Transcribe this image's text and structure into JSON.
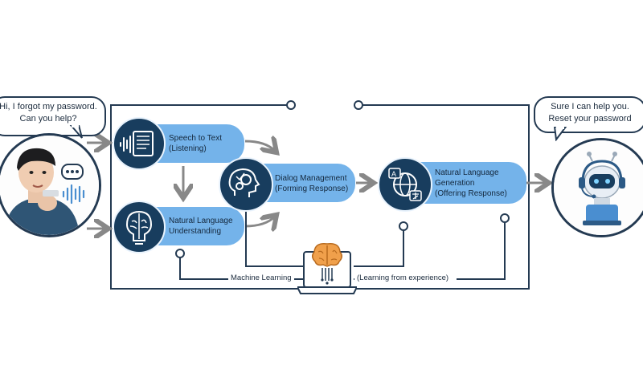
{
  "user_bubble": {
    "lines": [
      "Hi, I forgot my password.",
      "Can you help?"
    ]
  },
  "bot_bubble": {
    "lines": [
      "Sure I can help you.",
      "Reset your password"
    ]
  },
  "steps": [
    {
      "icon": "waveform-document-icon",
      "lines": [
        "Speech to Text",
        "(Listening)"
      ]
    },
    {
      "icon": "brain-lightbulb-icon",
      "lines": [
        "Natural Language",
        "Understanding"
      ]
    },
    {
      "icon": "head-gears-icon",
      "lines": [
        "Dialog Management",
        "(Forming Response)"
      ]
    },
    {
      "icon": "globe-translate-icon",
      "lines": [
        "Natural Language",
        "Generation",
        "(Offering  Response)"
      ]
    }
  ],
  "learning": {
    "left_label": "Machine Learning",
    "right_label": "(Learning from experience)"
  },
  "colors": {
    "pill": "#74b3ea",
    "icon_circle": "#183d5e",
    "line": "#243a52",
    "arrow": "#888888"
  }
}
